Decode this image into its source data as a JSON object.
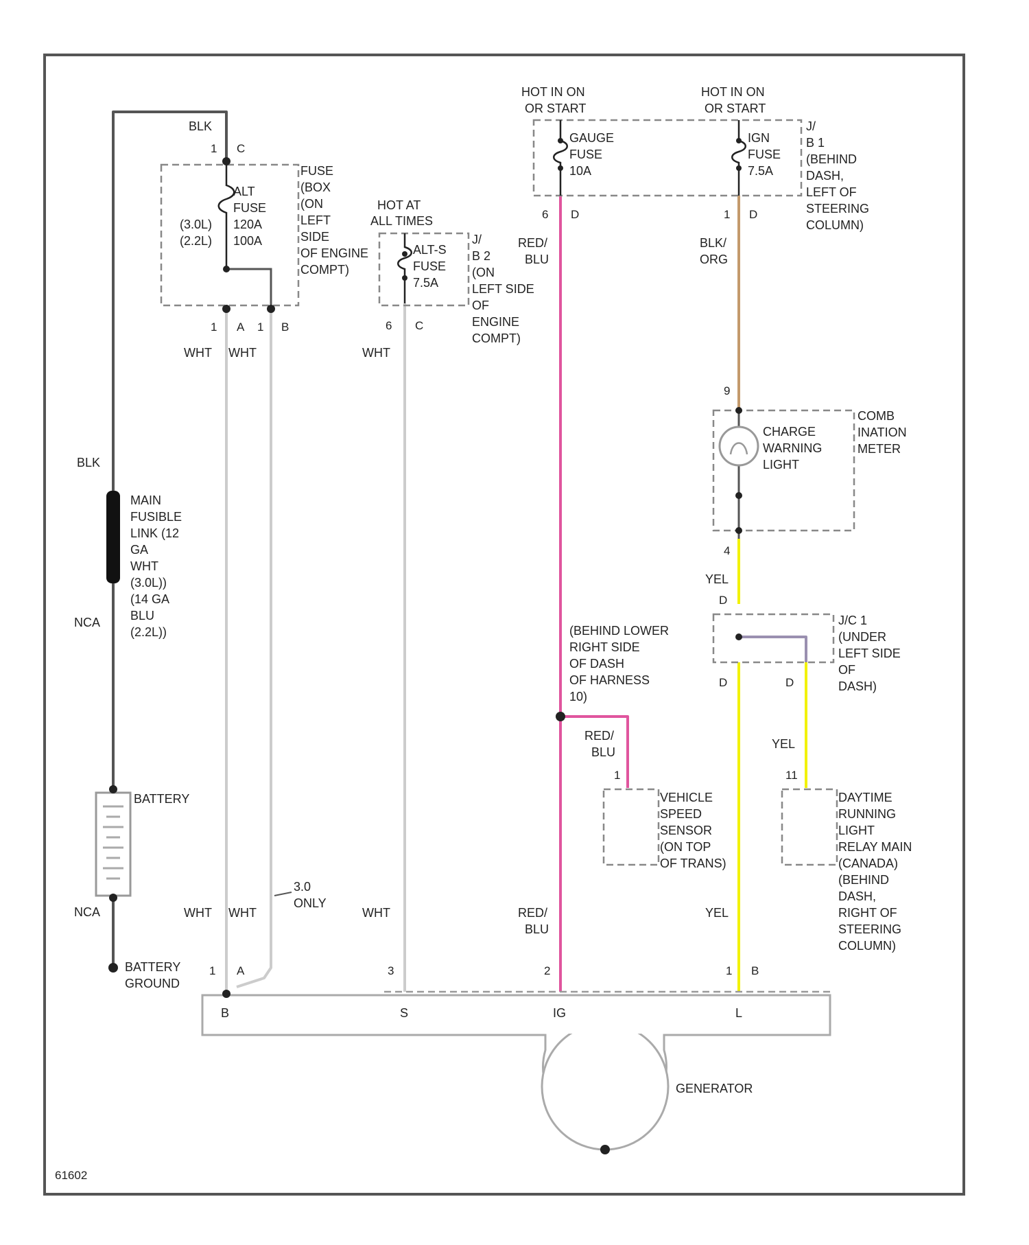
{
  "colors": {
    "frame": "#444444",
    "wire_black": "#555555",
    "wire_white": "#cccccc",
    "wire_red_blue": "#e0559e",
    "wire_black_orange": "#c49a6c",
    "wire_yellow": "#f2f200",
    "wire_violet": "#9a90b0"
  },
  "fuse_box": {
    "label": [
      "FUSE",
      "(BOX",
      "(ON",
      "LEFT",
      "SIDE",
      "OF ENGINE",
      "COMPT)"
    ],
    "fuse_name": [
      "ALT",
      "FUSE",
      "120A",
      "100A"
    ],
    "engine_labels": [
      "(3.0L)",
      "(2.2L)"
    ],
    "pins_top": [
      "1",
      "C"
    ],
    "pins_bottom": [
      "1",
      "A",
      "1",
      "B"
    ]
  },
  "alt_s_fuse": {
    "hot": [
      "HOT AT",
      "ALL TIMES"
    ],
    "fuse_name": [
      "ALT-S",
      "FUSE",
      "7.5A"
    ],
    "label": [
      "J/",
      "B 2",
      "(ON",
      "LEFT SIDE",
      "OF",
      "ENGINE",
      "COMPT)"
    ],
    "pins_bottom": [
      "6",
      "C"
    ]
  },
  "gauge_fuse": {
    "hot": [
      "HOT IN ON",
      "OR START"
    ],
    "fuse_name": [
      "GAUGE",
      "FUSE",
      "10A"
    ],
    "pins_bottom": [
      "6",
      "D"
    ]
  },
  "ign_fuse": {
    "hot": [
      "HOT IN ON",
      "OR START"
    ],
    "fuse_name": [
      "IGN",
      "FUSE",
      "7.5A"
    ],
    "label": [
      "J/",
      "B 1",
      "(BEHIND",
      "DASH,",
      "LEFT OF",
      "STEERING",
      "COLUMN)"
    ],
    "pins_bottom": [
      "1",
      "D"
    ]
  },
  "wires": {
    "blk_top": "BLK",
    "blk_side": "BLK",
    "blk_c": "BLK/",
    "blk_c2": "ORG",
    "wht": "WHT",
    "red": "RED/",
    "blu": "BLU",
    "yel": "YEL",
    "nca": "NCA"
  },
  "fusible_link": {
    "label": [
      "MAIN",
      "FUSIBLE",
      "LINK (12",
      "GA",
      "WHT",
      "(3.0L))",
      "(14 GA",
      "BLU",
      "(2.2L))"
    ]
  },
  "battery": {
    "label": "BATTERY"
  },
  "battery_ground": {
    "label": [
      "BATTERY",
      "GROUND"
    ]
  },
  "only_note": [
    "3.0",
    "ONLY"
  ],
  "combination_meter": {
    "label": [
      "COMB",
      "INATION",
      "METER"
    ],
    "lamp": [
      "CHARGE",
      "WARNING",
      "LIGHT"
    ],
    "pins": [
      "9",
      "4"
    ]
  },
  "jc1": {
    "label": [
      "J/C 1",
      "(UNDER",
      "LEFT SIDE",
      "OF",
      "DASH)"
    ],
    "pins": [
      "D",
      "D",
      "D"
    ]
  },
  "splice": {
    "label": [
      "(BEHIND LOWER",
      "RIGHT SIDE",
      "OF DASH",
      "OF HARNESS",
      "10)"
    ]
  },
  "vss": {
    "label": [
      "VEHICLE",
      "SPEED",
      "SENSOR",
      "(ON TOP",
      "OF TRANS)"
    ],
    "pin": "1"
  },
  "drl": {
    "label": [
      "DAYTIME",
      "RUNNING",
      "LIGHT",
      "RELAY MAIN",
      "(CANADA)",
      "(BEHIND",
      "DASH,",
      "RIGHT OF",
      "STEERING",
      "COLUMN)"
    ],
    "pin": "11"
  },
  "generator": {
    "label": "GENERATOR",
    "terminals": [
      "B",
      "S",
      "IG",
      "L"
    ],
    "conn_pins": [
      "1",
      "A",
      "3",
      "2",
      "1",
      "B"
    ]
  },
  "figure_id": "61602"
}
